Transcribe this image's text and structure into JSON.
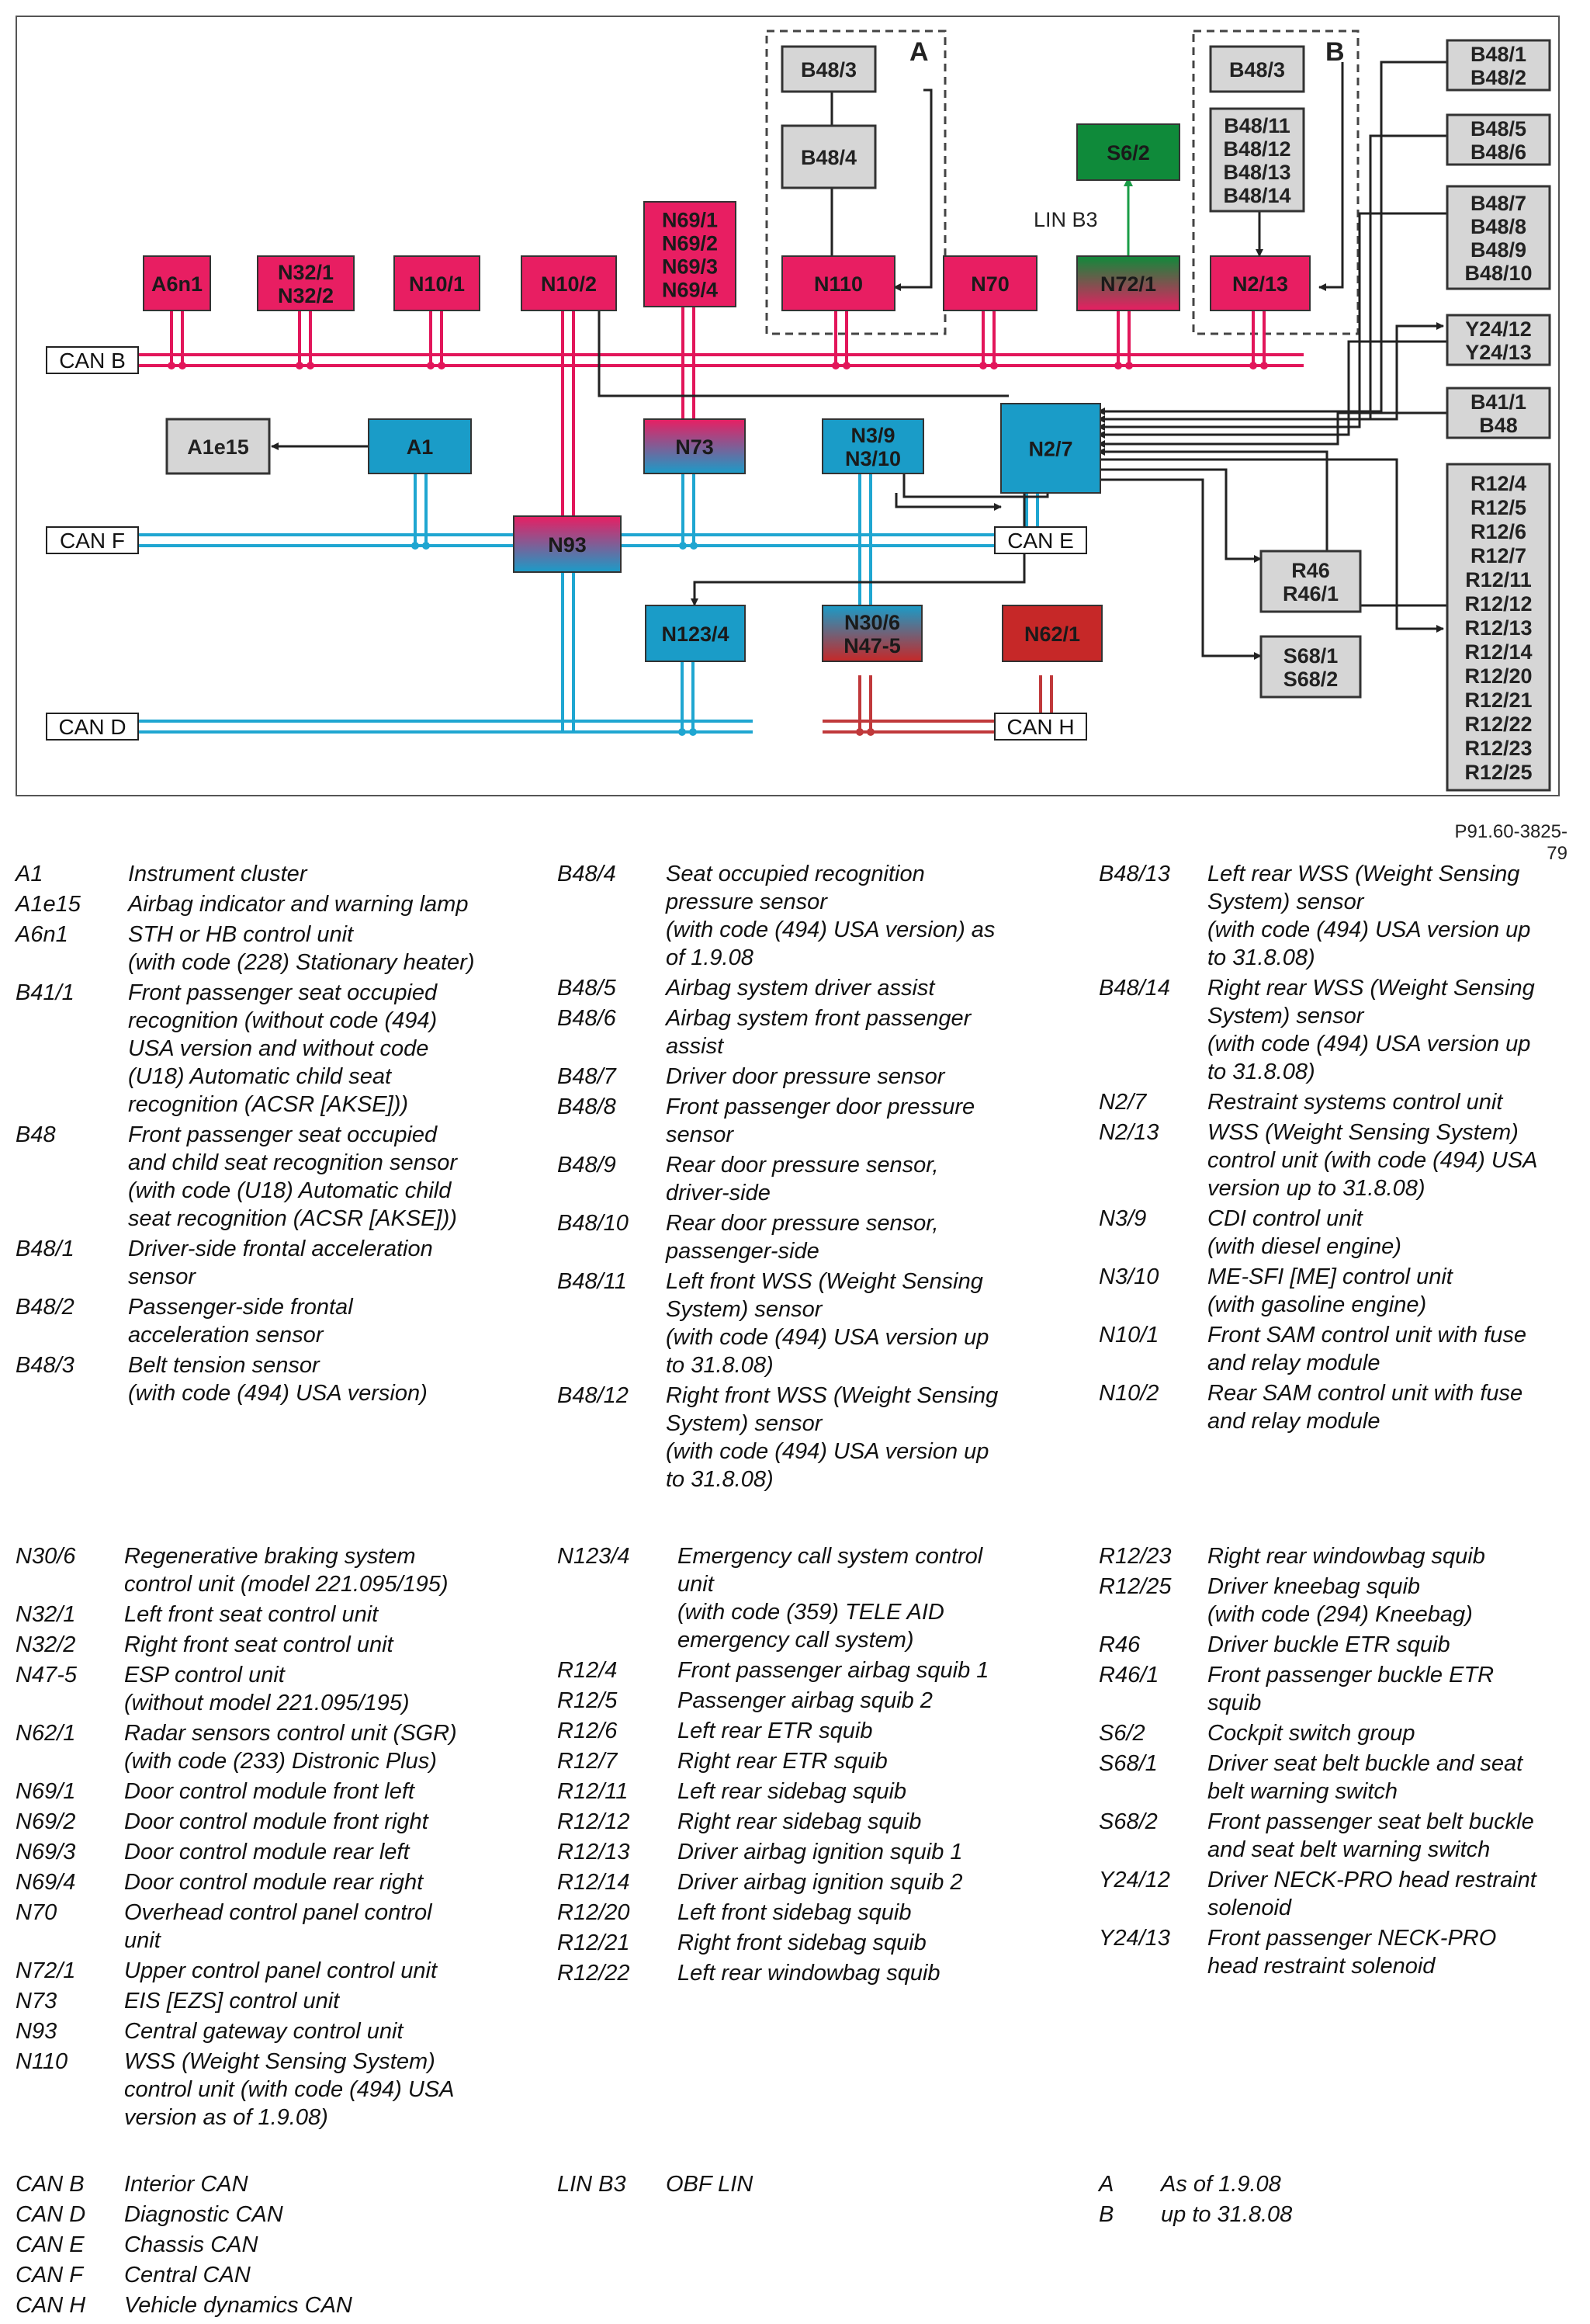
{
  "diagram": {
    "buses": [
      {
        "key": "canb",
        "label": "CAN B"
      },
      {
        "key": "canf",
        "label": "CAN F"
      },
      {
        "key": "cand",
        "label": "CAN D"
      },
      {
        "key": "cane",
        "label": "CAN E"
      },
      {
        "key": "canh",
        "label": "CAN H"
      }
    ],
    "group_labels": {
      "a": "A",
      "b": "B"
    },
    "lin_label": "LIN B3",
    "figure_id": "P91.60-3825-79",
    "colors": {
      "can_b": "#e2165a",
      "can_cyan": "#1fa6d1",
      "can_h": "#c0393b",
      "box_pink": "#e81e62",
      "box_blue": "#1a9cc8",
      "box_green": "#0f8a3a",
      "box_red": "#c62828",
      "box_gray": "#d6d6d6",
      "line_dark": "#222222",
      "lin_green": "#1a9c46"
    },
    "boxes": [
      {
        "key": "a6n1",
        "lines": [
          "A6n1"
        ],
        "fill": "pink"
      },
      {
        "key": "n32",
        "lines": [
          "N32/1",
          "N32/2"
        ],
        "fill": "pink"
      },
      {
        "key": "n101",
        "lines": [
          "N10/1"
        ],
        "fill": "pink"
      },
      {
        "key": "n102",
        "lines": [
          "N10/2"
        ],
        "fill": "pink"
      },
      {
        "key": "n69",
        "lines": [
          "N69/1",
          "N69/2",
          "N69/3",
          "N69/4"
        ],
        "fill": "pink"
      },
      {
        "key": "n110",
        "lines": [
          "N110"
        ],
        "fill": "pink"
      },
      {
        "key": "n70",
        "lines": [
          "N70"
        ],
        "fill": "pink"
      },
      {
        "key": "n721",
        "lines": [
          "N72/1"
        ],
        "fill": "green-pink"
      },
      {
        "key": "n213",
        "lines": [
          "N2/13"
        ],
        "fill": "pink"
      },
      {
        "key": "s62",
        "lines": [
          "S6/2"
        ],
        "fill": "green"
      },
      {
        "key": "b483a",
        "lines": [
          "B48/3"
        ],
        "fill": "gray"
      },
      {
        "key": "b484",
        "lines": [
          "B48/4"
        ],
        "fill": "gray"
      },
      {
        "key": "b483b",
        "lines": [
          "B48/3"
        ],
        "fill": "gray"
      },
      {
        "key": "b4811",
        "lines": [
          "B48/11",
          "B48/12",
          "B48/13",
          "B48/14"
        ],
        "fill": "gray"
      },
      {
        "key": "b481",
        "lines": [
          "B48/1",
          "B48/2"
        ],
        "fill": "gray"
      },
      {
        "key": "b485",
        "lines": [
          "B48/5",
          "B48/6"
        ],
        "fill": "gray"
      },
      {
        "key": "b487",
        "lines": [
          "B48/7",
          "B48/8",
          "B48/9",
          "B48/10"
        ],
        "fill": "gray"
      },
      {
        "key": "y24",
        "lines": [
          "Y24/12",
          "Y24/13"
        ],
        "fill": "gray"
      },
      {
        "key": "b411",
        "lines": [
          "B41/1",
          "B48"
        ],
        "fill": "gray"
      },
      {
        "key": "r12",
        "lines": [
          "R12/4",
          "R12/5",
          "R12/6",
          "R12/7",
          "R12/11",
          "R12/12",
          "R12/13",
          "R12/14",
          "R12/20",
          "R12/21",
          "R12/22",
          "R12/23",
          "R12/25"
        ],
        "fill": "gray"
      },
      {
        "key": "a1e15",
        "lines": [
          "A1e15"
        ],
        "fill": "gray"
      },
      {
        "key": "a1",
        "lines": [
          "A1"
        ],
        "fill": "blue"
      },
      {
        "key": "n73",
        "lines": [
          "N73"
        ],
        "fill": "pink-blue"
      },
      {
        "key": "n39",
        "lines": [
          "N3/9",
          "N3/10"
        ],
        "fill": "blue"
      },
      {
        "key": "n27",
        "lines": [
          "N2/7"
        ],
        "fill": "blue"
      },
      {
        "key": "n93",
        "lines": [
          "N93"
        ],
        "fill": "pink-blue"
      },
      {
        "key": "r46",
        "lines": [
          "R46",
          "R46/1"
        ],
        "fill": "gray"
      },
      {
        "key": "s68",
        "lines": [
          "S68/1",
          "S68/2"
        ],
        "fill": "gray"
      },
      {
        "key": "n1234",
        "lines": [
          "N123/4"
        ],
        "fill": "blue"
      },
      {
        "key": "n306",
        "lines": [
          "N30/6",
          "N47-5"
        ],
        "fill": "blue-red"
      },
      {
        "key": "n621",
        "lines": [
          "N62/1"
        ],
        "fill": "red"
      }
    ]
  },
  "legend": {
    "col1": [
      {
        "code": "A1",
        "desc": "Instrument cluster"
      },
      {
        "code": "A1e15",
        "desc": "Airbag indicator and warning lamp"
      },
      {
        "code": "A6n1",
        "desc": "STH or HB control unit\n(with code (228) Stationary heater)"
      },
      {
        "code": "B41/1",
        "desc": "Front passenger seat occupied\nrecognition (without code (494)\nUSA version and without code\n(U18) Automatic child seat\nrecognition (ACSR [AKSE]))"
      },
      {
        "code": "B48",
        "desc": "Front passenger seat occupied\nand child seat recognition sensor\n(with code (U18) Automatic child\nseat recognition (ACSR [AKSE]))"
      },
      {
        "code": "B48/1",
        "desc": "Driver-side frontal acceleration\nsensor"
      },
      {
        "code": "B48/2",
        "desc": "Passenger-side frontal\nacceleration sensor"
      },
      {
        "code": "B48/3",
        "desc": "Belt tension sensor\n(with code (494) USA version)"
      }
    ],
    "col2": [
      {
        "code": "B48/4",
        "desc": "Seat occupied recognition\npressure sensor\n(with code (494) USA version) as\nof 1.9.08"
      },
      {
        "code": "B48/5",
        "desc": "Airbag system driver assist"
      },
      {
        "code": "B48/6",
        "desc": "Airbag system front passenger\nassist"
      },
      {
        "code": "B48/7",
        "desc": "Driver door pressure sensor"
      },
      {
        "code": "B48/8",
        "desc": "Front passenger door pressure\nsensor"
      },
      {
        "code": "B48/9",
        "desc": "Rear door pressure sensor,\ndriver-side"
      },
      {
        "code": "B48/10",
        "desc": "Rear door pressure sensor,\npassenger-side"
      },
      {
        "code": "B48/11",
        "desc": "Left front WSS (Weight Sensing\nSystem) sensor\n(with code (494) USA version up\nto 31.8.08)"
      },
      {
        "code": "B48/12",
        "desc": "Right front WSS (Weight Sensing\nSystem) sensor\n(with code (494) USA version up\nto 31.8.08)"
      }
    ],
    "col3": [
      {
        "code": "B48/13",
        "desc": "Left rear WSS (Weight Sensing\nSystem) sensor\n(with code (494) USA version up\nto 31.8.08)"
      },
      {
        "code": "B48/14",
        "desc": "Right rear WSS (Weight Sensing\nSystem) sensor\n(with code (494) USA version up\nto 31.8.08)"
      },
      {
        "code": "N2/7",
        "desc": "Restraint systems control unit"
      },
      {
        "code": "N2/13",
        "desc": "WSS (Weight Sensing System)\ncontrol unit (with code (494) USA\nversion up to 31.8.08)"
      },
      {
        "code": "N3/9",
        "desc": "CDI control unit\n(with diesel engine)"
      },
      {
        "code": "N3/10",
        "desc": "ME-SFI [ME] control unit\n(with gasoline engine)"
      },
      {
        "code": "N10/1",
        "desc": "Front SAM control unit with fuse\nand relay module"
      },
      {
        "code": "N10/2",
        "desc": "Rear SAM control unit with fuse\nand relay module"
      }
    ],
    "col4": [
      {
        "code": "N30/6",
        "desc": "Regenerative braking system\ncontrol unit (model 221.095/195)"
      },
      {
        "code": "N32/1",
        "desc": "Left front seat control unit"
      },
      {
        "code": "N32/2",
        "desc": "Right front seat control unit"
      },
      {
        "code": "N47-5",
        "desc": "ESP control unit\n(without model 221.095/195)"
      },
      {
        "code": "N62/1",
        "desc": "Radar sensors control unit (SGR)\n(with code (233) Distronic Plus)"
      },
      {
        "code": "N69/1",
        "desc": "Door control module front left"
      },
      {
        "code": "N69/2",
        "desc": "Door control module front right"
      },
      {
        "code": "N69/3",
        "desc": "Door control module rear left"
      },
      {
        "code": "N69/4",
        "desc": "Door control module rear right"
      },
      {
        "code": "N70",
        "desc": "Overhead control panel control\nunit"
      },
      {
        "code": "N72/1",
        "desc": "Upper control panel control unit"
      },
      {
        "code": "N73",
        "desc": "EIS [EZS] control unit"
      },
      {
        "code": "N93",
        "desc": "Central gateway control unit"
      },
      {
        "code": "N110",
        "desc": "WSS (Weight Sensing System)\ncontrol unit (with code (494) USA\nversion as of 1.9.08)"
      }
    ],
    "col5": [
      {
        "code": "N123/4",
        "desc": "Emergency call system control\nunit\n(with code (359) TELE AID\nemergency call system)"
      },
      {
        "code": "R12/4",
        "desc": "Front passenger airbag squib 1"
      },
      {
        "code": "R12/5",
        "desc": "Passenger airbag squib 2"
      },
      {
        "code": "R12/6",
        "desc": "Left rear ETR squib"
      },
      {
        "code": "R12/7",
        "desc": "Right rear ETR squib"
      },
      {
        "code": "R12/11",
        "desc": "Left rear sidebag squib"
      },
      {
        "code": "R12/12",
        "desc": "Right rear sidebag squib"
      },
      {
        "code": "R12/13",
        "desc": "Driver airbag ignition squib 1"
      },
      {
        "code": "R12/14",
        "desc": "Driver airbag ignition squib 2"
      },
      {
        "code": "R12/20",
        "desc": "Left front sidebag squib"
      },
      {
        "code": "R12/21",
        "desc": "Right front sidebag squib"
      },
      {
        "code": "R12/22",
        "desc": "Left rear windowbag squib"
      }
    ],
    "col6": [
      {
        "code": "R12/23",
        "desc": "Right rear windowbag squib"
      },
      {
        "code": "R12/25",
        "desc": "Driver kneebag squib\n(with code (294) Kneebag)"
      },
      {
        "code": "R46",
        "desc": "Driver buckle ETR squib"
      },
      {
        "code": "R46/1",
        "desc": "Front passenger buckle ETR\nsquib"
      },
      {
        "code": "S6/2",
        "desc": "Cockpit switch group"
      },
      {
        "code": "S68/1",
        "desc": "Driver seat belt buckle and seat\nbelt warning switch"
      },
      {
        "code": "S68/2",
        "desc": "Front passenger seat belt buckle\nand seat belt warning switch"
      },
      {
        "code": "Y24/12",
        "desc": "Driver NECK-PRO head restraint\nsolenoid"
      },
      {
        "code": "Y24/13",
        "desc": "Front passenger NECK-PRO\nhead restraint solenoid"
      }
    ],
    "col7": [
      {
        "code": "CAN B",
        "desc": "Interior CAN"
      },
      {
        "code": "CAN D",
        "desc": "Diagnostic CAN"
      },
      {
        "code": "CAN E",
        "desc": "Chassis CAN"
      },
      {
        "code": "CAN F",
        "desc": "Central CAN"
      },
      {
        "code": "CAN H",
        "desc": "Vehicle dynamics CAN"
      }
    ],
    "col8": [
      {
        "code": "LIN B3",
        "desc": "OBF LIN"
      }
    ],
    "col9": [
      {
        "code": "A",
        "desc": "As of 1.9.08"
      },
      {
        "code": "B",
        "desc": "up to 31.8.08"
      }
    ]
  }
}
